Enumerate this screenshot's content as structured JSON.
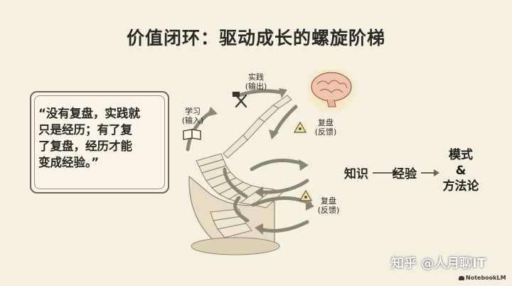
{
  "title": "价值闭环：驱动成长的螺旋阶梯",
  "quote": {
    "lines": [
      "“没有复盘，实践就",
      "只是经历；有了复",
      "了复盘，经历才能",
      "变成经验。”"
    ]
  },
  "stair_labels": {
    "practice": "实践",
    "practice_sub": "(输出)",
    "learning": "学习",
    "learning_sub": "(输入)",
    "review_top": "复盘",
    "review_top_sub": "(反馈)",
    "review_bottom": "复盘",
    "review_bottom_sub": "(反馈)"
  },
  "flow": {
    "knowledge": "知识",
    "experience": "经验",
    "result_line1": "模式",
    "result_amp": "&",
    "result_line2": "方法论"
  },
  "footer": {
    "watermark": "知乎 @人月聊IT",
    "tool": "NotebookLM"
  }
}
